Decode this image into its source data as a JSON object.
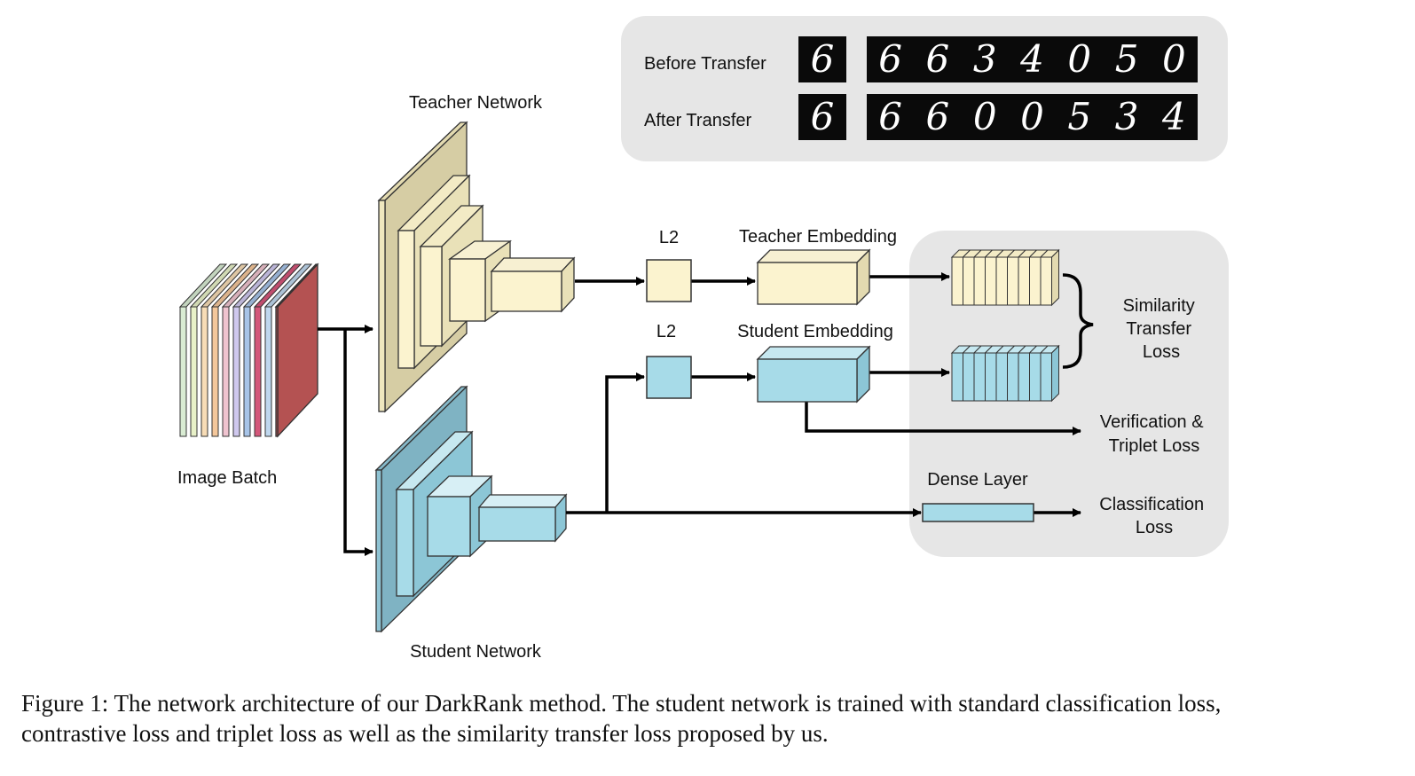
{
  "digits_panel": {
    "before_label": "Before Transfer",
    "after_label": "After Transfer",
    "before_query": "6",
    "before_ranked": [
      "6",
      "6",
      "3",
      "4",
      "0",
      "5",
      "0"
    ],
    "after_query": "6",
    "after_ranked": [
      "6",
      "6",
      "0",
      "0",
      "5",
      "3",
      "4"
    ]
  },
  "labels": {
    "teacher_network": "Teacher Network",
    "student_network": "Student Network",
    "image_batch": "Image Batch",
    "l2_teacher": "L2",
    "l2_student": "L2",
    "teacher_embedding": "Teacher Embedding",
    "student_embedding": "Student Embedding",
    "similarity_loss": [
      "Similarity",
      "Transfer",
      "Loss"
    ],
    "verification_loss": [
      "Verification &",
      "Triplet Loss"
    ],
    "dense_layer": "Dense Layer",
    "classification_loss": [
      "Classification",
      "Loss"
    ]
  },
  "colors": {
    "teacher": "#fbf3cf",
    "teacher_side": "#d6cda4",
    "student": "#a7dbe8",
    "student_side": "#7fb3c3",
    "loss_panel": "#e6e6e6",
    "batch_front": "#bd5656"
  },
  "caption": {
    "line1": "Figure 1: The network architecture of our DarkRank method. The student network is trained with standard classification loss,",
    "line2": "contrastive loss and triplet loss as well as the similarity transfer loss proposed by us."
  }
}
